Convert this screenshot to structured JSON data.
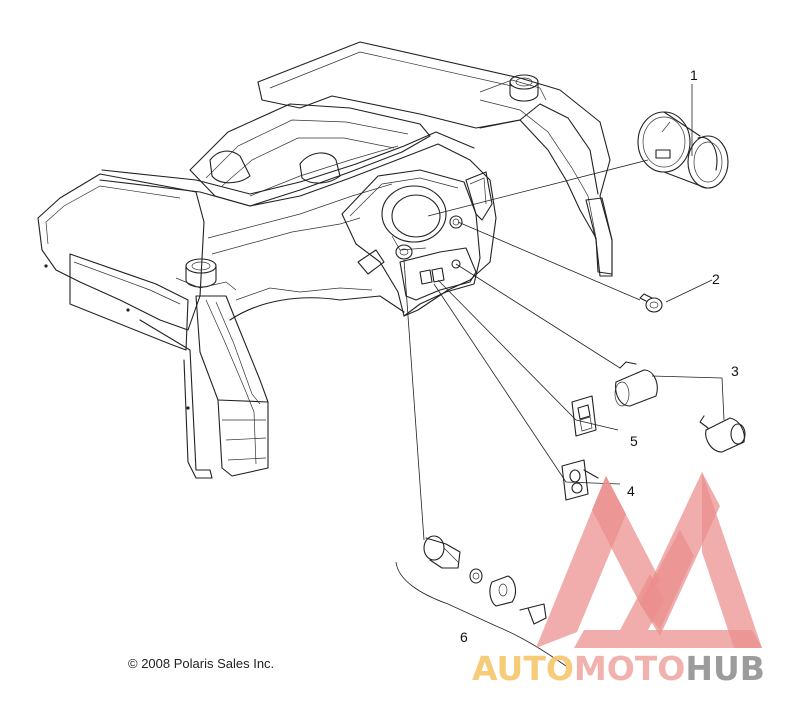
{
  "diagram": {
    "copyright": "© 2008 Polaris Sales Inc.",
    "callouts": [
      "1",
      "2",
      "3",
      "4",
      "5",
      "6"
    ]
  },
  "watermark": {
    "part1": "AUTO",
    "part2": "MOTO",
    "part3": "HUB",
    "colors": {
      "auto": "#f6c66a",
      "moto": "#f0a8a4",
      "hub": "#9c9c9c",
      "logo": "#ea8e8c"
    }
  }
}
